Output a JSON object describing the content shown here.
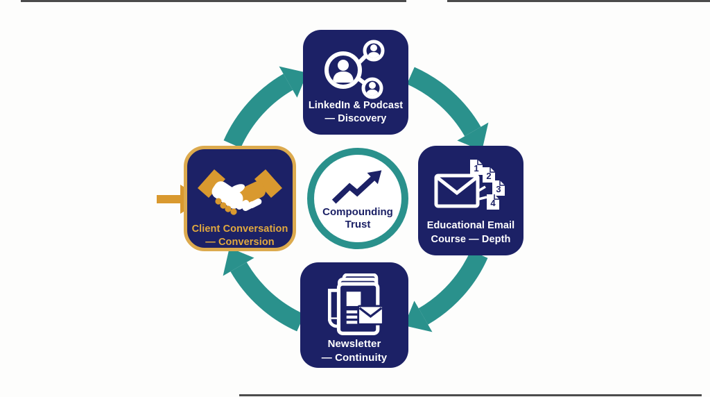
{
  "title": "Compounding trust flywheel diagram",
  "center": {
    "line1": "Compounding",
    "line2": "Trust"
  },
  "nodes": {
    "top": {
      "line1": "LinkedIn & Podcast",
      "line2": "— Discovery"
    },
    "right": {
      "line1": "Educational Email",
      "line2": "Course — Depth"
    },
    "bottom": {
      "line1": "Newsletter",
      "line2": "— Continuity"
    },
    "left": {
      "line1": "Client Conversation",
      "line2": "— Conversion"
    }
  },
  "email_pages": [
    "1",
    "2",
    "3",
    "4"
  ],
  "icons": {
    "top": "network-people-icon",
    "right": "email-course-icon",
    "bottom": "newsletter-icon",
    "left": "handshake-icon",
    "center": "trend-arrow-icon",
    "pointer": "gold-arrow-icon"
  },
  "colors": {
    "navy": "#1c2166",
    "teal": "#2a918c",
    "gold": "#d9992f",
    "gold_border": "#dcaa4e",
    "gold_text": "#e2a93e",
    "background": "#fdfdfc"
  }
}
